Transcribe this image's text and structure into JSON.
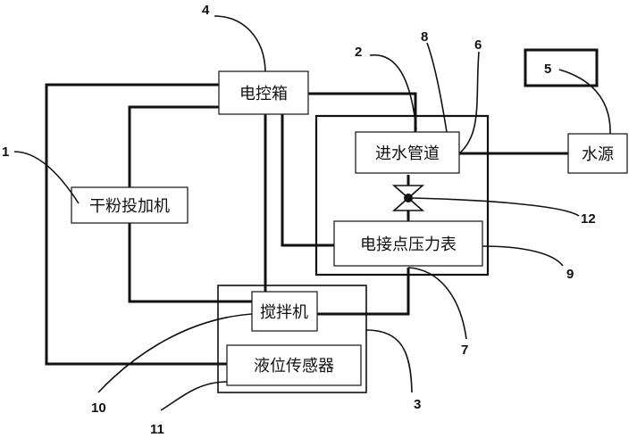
{
  "components": {
    "control_box": "电控箱",
    "water_pipe": "进水管道",
    "water_source": "水源",
    "dry_powder_feeder": "干粉投加机",
    "pressure_gauge": "电接点压力表",
    "mixer": "搅拌机",
    "level_sensor": "液位传感器"
  },
  "callouts": {
    "n1": "1",
    "n2": "2",
    "n3": "3",
    "n4": "4",
    "n5": "5",
    "n6": "6",
    "n7": "7",
    "n8": "8",
    "n9": "9",
    "n10": "10",
    "n11": "11",
    "n12": "12"
  }
}
